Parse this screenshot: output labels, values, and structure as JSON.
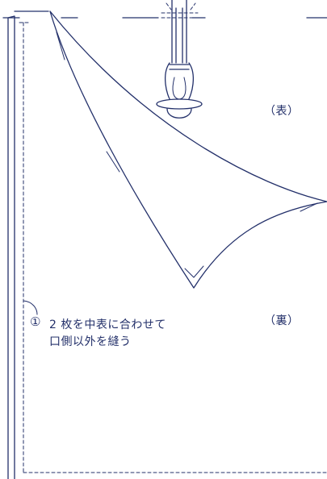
{
  "labels": {
    "front": "（表）",
    "back": "（裏）"
  },
  "step": {
    "number": "①",
    "lines": [
      "2 枚を中表に合わせて",
      "口側以外を縫う"
    ]
  },
  "colors": {
    "line": "#23306a",
    "background": "#ffffff"
  }
}
